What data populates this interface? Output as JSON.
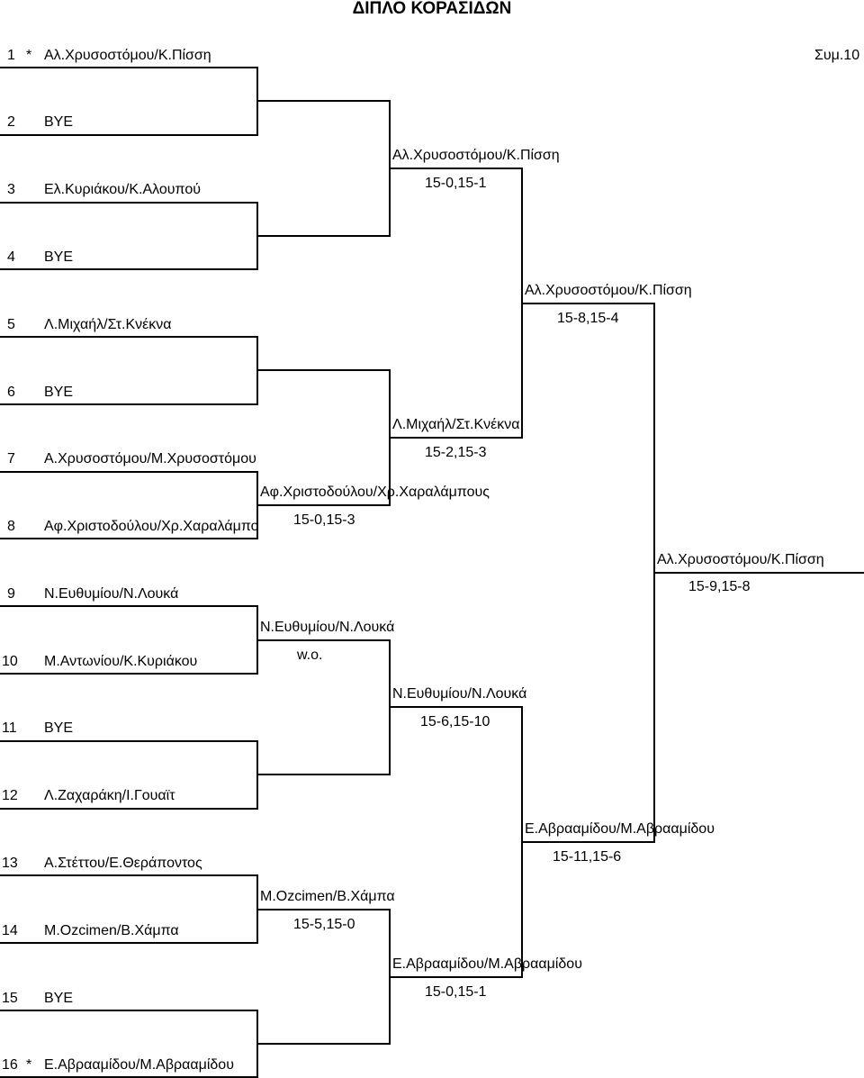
{
  "title": "ΔΙΠΛΟ ΚΟΡΑΣΙΔΩΝ",
  "seed_marker": "*",
  "draw": [
    {
      "pos": "1",
      "name": "Αλ.Χρυσοστόμου/Κ.Πίσση",
      "seeded": true,
      "note": "Συμ.10"
    },
    {
      "pos": "2",
      "name": "BYE"
    },
    {
      "pos": "3",
      "name": "Ελ.Κυριάκου/Κ.Αλουπού"
    },
    {
      "pos": "4",
      "name": "BYE"
    },
    {
      "pos": "5",
      "name": "Λ.Μιχαήλ/Στ.Κνέκνα"
    },
    {
      "pos": "6",
      "name": "BYE"
    },
    {
      "pos": "7",
      "name": "Α.Χρυσοστόμου/Μ.Χρυσοστόμου"
    },
    {
      "pos": "8",
      "name": "Αφ.Χριστοδούλου/Χρ.Χαραλάμπους"
    },
    {
      "pos": "9",
      "name": "Ν.Ευθυμίου/Ν.Λουκά"
    },
    {
      "pos": "10",
      "name": "Μ.Αντωνίου/Κ.Κυριάκου"
    },
    {
      "pos": "11",
      "name": "BYE"
    },
    {
      "pos": "12",
      "name": "Λ.Ζαχαράκη/Ι.Γουαϊτ"
    },
    {
      "pos": "13",
      "name": "Α.Στέττου/Ε.Θεράποντος"
    },
    {
      "pos": "14",
      "name": "Μ.Ozcimen/Β.Χάμπα"
    },
    {
      "pos": "15",
      "name": "BYE"
    },
    {
      "pos": "16",
      "name": "Ε.Αβρααμίδου/Μ.Αβρααμίδου",
      "seeded": true
    }
  ],
  "round2": [
    {
      "winner": "Αφ.Χριστοδούλου/Χρ.Χαραλάμπους",
      "score": "15-0,15-3"
    },
    {
      "winner": "Ν.Ευθυμίου/Ν.Λουκά",
      "score": "w.o."
    },
    {
      "winner": "Μ.Ozcimen/Β.Χάμπα",
      "score": "15-5,15-0"
    }
  ],
  "round3": [
    {
      "winner": "Αλ.Χρυσοστόμου/Κ.Πίσση",
      "score": "15-0,15-1"
    },
    {
      "winner": "Λ.Μιχαήλ/Στ.Κνέκνα",
      "score": "15-2,15-3"
    },
    {
      "winner": "Ν.Ευθυμίου/Ν.Λουκά",
      "score": "15-6,15-10"
    },
    {
      "winner": "Ε.Αβρααμίδου/Μ.Αβρααμίδου",
      "score": "15-0,15-1"
    }
  ],
  "semis": [
    {
      "winner": "Αλ.Χρυσοστόμου/Κ.Πίσση",
      "score": "15-8,15-4"
    },
    {
      "winner": "Ε.Αβρααμίδου/Μ.Αβρααμίδου",
      "score": "15-11,15-6"
    }
  ],
  "final": {
    "winner": "Αλ.Χρυσοστόμου/Κ.Πίσση",
    "score": "15-9,15-8"
  }
}
